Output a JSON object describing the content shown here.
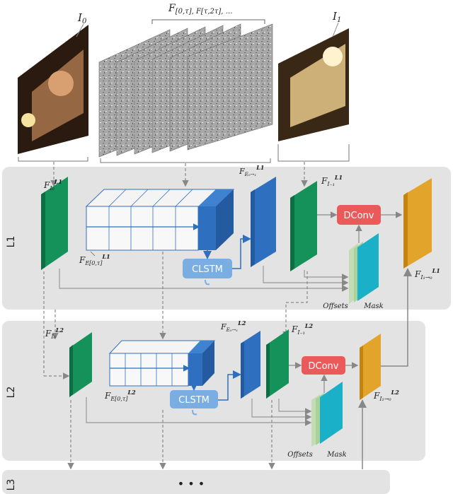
{
  "inputs": {
    "frame_start": "I",
    "frame_start_sub": "0",
    "events": "F",
    "events_sub": "[0,τ], F[τ,2τ], …",
    "frame_end": "I",
    "frame_end_sub": "1"
  },
  "levels": [
    {
      "name": "L1",
      "feat_i0": "F",
      "feat_i0_sup": "L1",
      "feat_i0_sub": "I₀",
      "feat_e": "F",
      "feat_e_sup": "L1",
      "feat_e_sub": "E[0,τ]",
      "feat_e01": "F",
      "feat_e01_sup": "L1",
      "feat_e01_sub": "E₀→₁",
      "feat_i1": "F",
      "feat_i1_sup": "L1",
      "feat_i1_sub": "I₋₁",
      "clstm": "CLSTM",
      "dconv": "DConv",
      "offsets": "Offsets",
      "mask": "Mask",
      "out": "F",
      "out_sup": "L1",
      "out_sub": "I₁→₀"
    },
    {
      "name": "L2",
      "feat_i0": "F",
      "feat_i0_sup": "L2",
      "feat_i0_sub": "I₀",
      "feat_e": "F",
      "feat_e_sup": "L2",
      "feat_e_sub": "E[0,τ]",
      "feat_e01": "F",
      "feat_e01_sup": "L2",
      "feat_e01_sub": "E₀→₁",
      "feat_i1": "F",
      "feat_i1_sup": "L2",
      "feat_i1_sub": "I₋₁",
      "clstm": "CLSTM",
      "dconv": "DConv",
      "offsets": "Offsets",
      "mask": "Mask",
      "out": "F",
      "out_sup": "L2",
      "out_sub": "I₁→₀"
    }
  ],
  "level3": {
    "name": "L3",
    "ellipsis": "• • •"
  },
  "colors": {
    "green": "#15925a",
    "blue": "#2f6fbf",
    "blue_dark": "#2a5aa8",
    "orange": "#e2a42a",
    "red": "#ea5a5a",
    "clstm": "#7aaee3",
    "cyan": "#1ab0c8",
    "panel": "#e3e3e3"
  }
}
